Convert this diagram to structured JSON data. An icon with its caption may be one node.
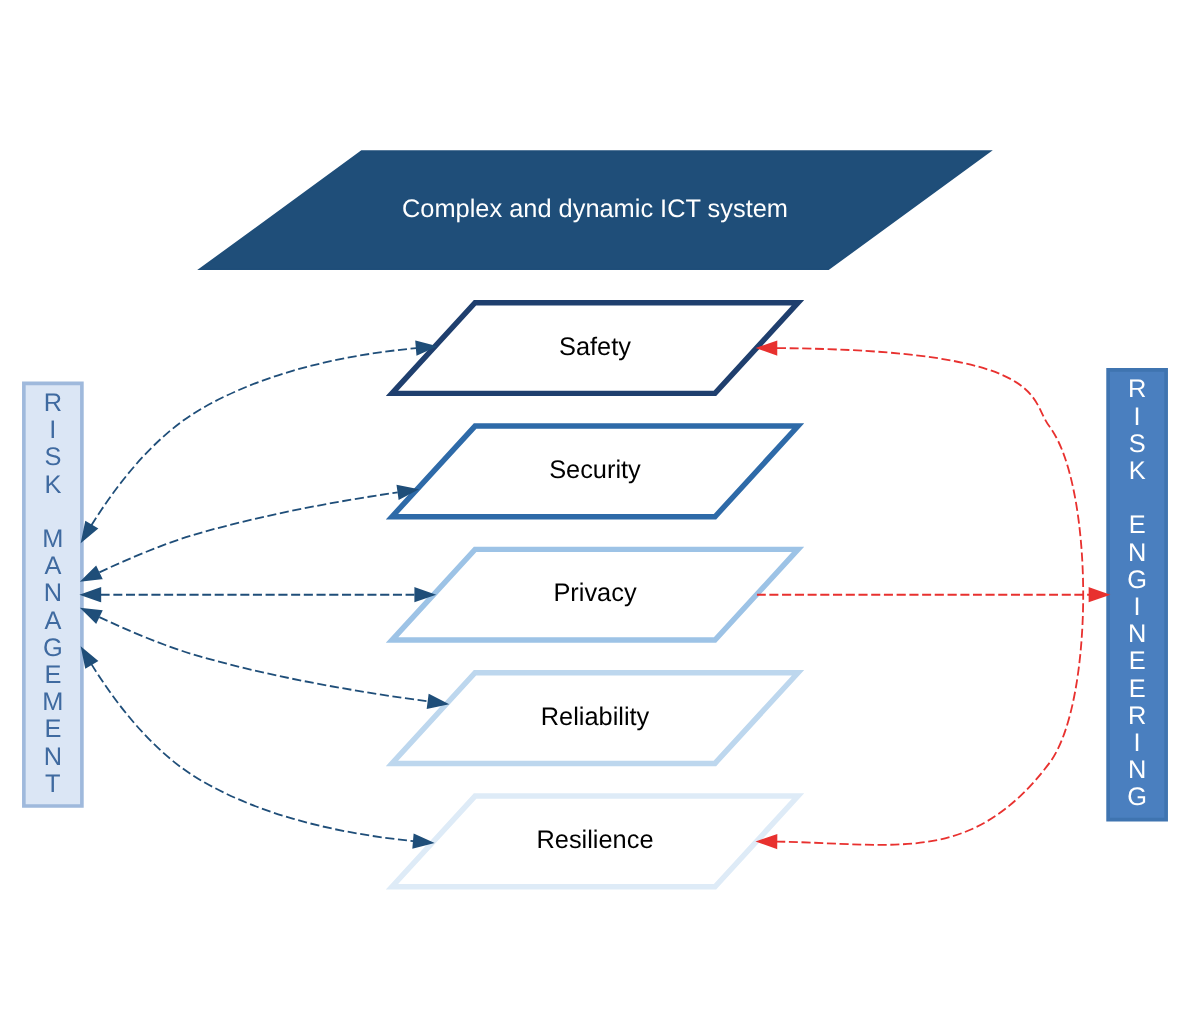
{
  "diagram": {
    "nodes": [
      {
        "text": [
          "Complex and dynamic ICT system"
        ]
      },
      {
        "text": [
          "RISK MANAGEMENT"
        ]
      },
      {
        "text": [
          "Safety"
        ]
      },
      {
        "text": [
          "Security"
        ]
      },
      {
        "text": [
          "Privacy"
        ]
      },
      {
        "text": [
          "Reliability"
        ]
      },
      {
        "text": [
          "Resilience"
        ]
      },
      {
        "text": [
          "RISK ENGINEERING"
        ]
      }
    ],
    "edges": [
      {
        "from": 1,
        "to": 2,
        "arrow": "both",
        "style": "dashed"
      },
      {
        "from": 1,
        "to": 3,
        "arrow": "both",
        "style": "dashed"
      },
      {
        "from": 1,
        "to": 4,
        "arrow": "both",
        "style": "dashed"
      },
      {
        "from": 1,
        "to": 5,
        "arrow": "both",
        "style": "dashed"
      },
      {
        "from": 1,
        "to": 6,
        "arrow": "both",
        "style": "dashed"
      },
      {
        "from": 2,
        "to": 6,
        "arrow": "both",
        "style": "dashed",
        "color": "#e8312f"
      },
      {
        "from": 4,
        "to": 7,
        "arrow": "to",
        "style": "dashed",
        "color": "#e8312f"
      }
    ]
  }
}
